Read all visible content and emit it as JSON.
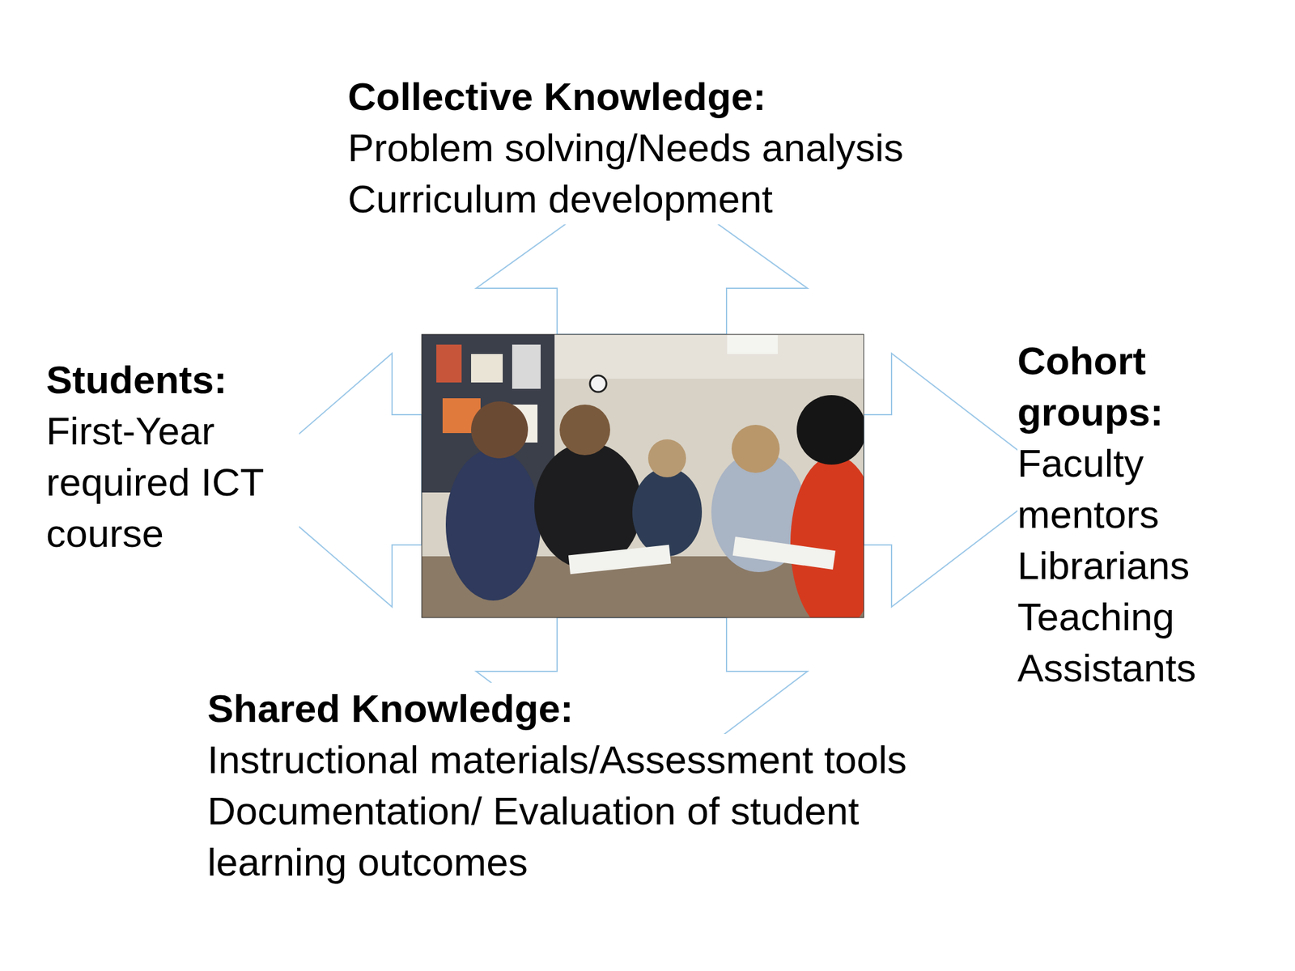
{
  "diagram": {
    "nodes": [
      {
        "text": [
          "Collective Knowledge:",
          "Problem solving/Needs analysis",
          "Curriculum development"
        ]
      },
      {
        "text": [
          "Students:",
          "First-Year required ICT course"
        ]
      },
      {
        "text": [
          "Cohort groups:",
          "Faculty mentors",
          "Librarians",
          "Teaching Assistants"
        ]
      },
      {
        "text": [
          "Shared Knowledge:",
          "Instructional materials/Assessment tools",
          "Documentation/ Evaluation of student learning outcomes"
        ]
      }
    ]
  }
}
